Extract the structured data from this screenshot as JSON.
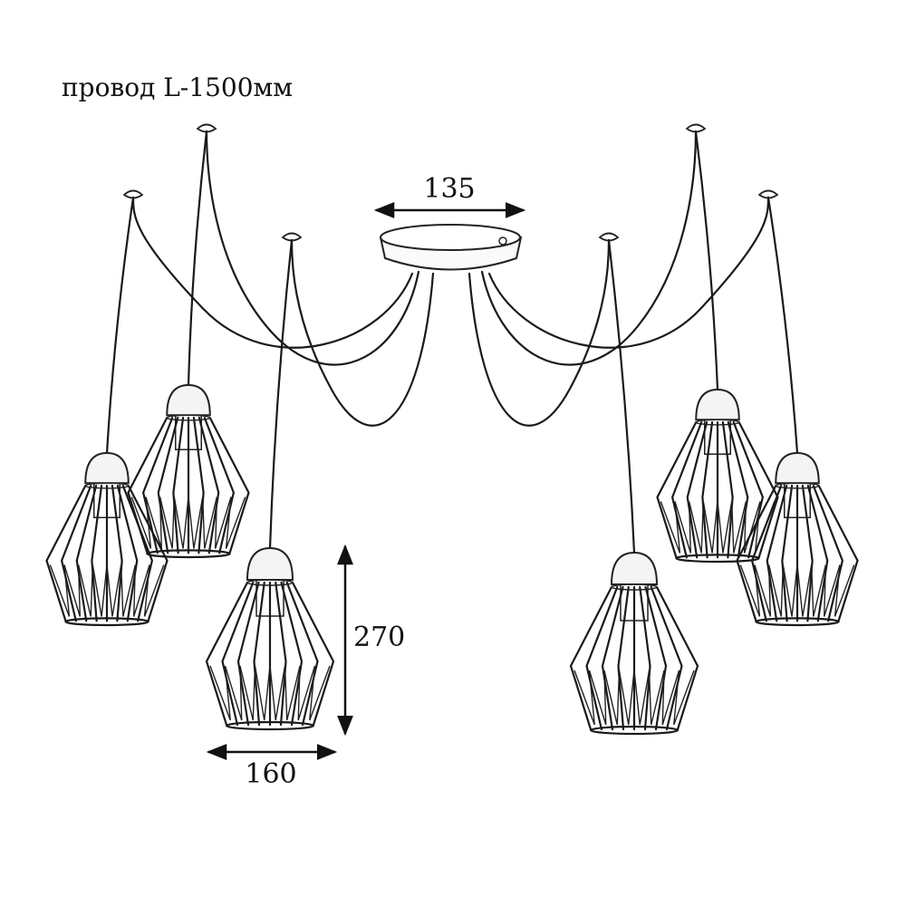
{
  "title": "провод L-1500мм",
  "dimensions": {
    "canopy_diameter": "135",
    "shade_height": "270",
    "shade_width": "160"
  },
  "lamp_count": 6,
  "colors": {
    "line": "#1a1a1a",
    "background": "#ffffff"
  }
}
